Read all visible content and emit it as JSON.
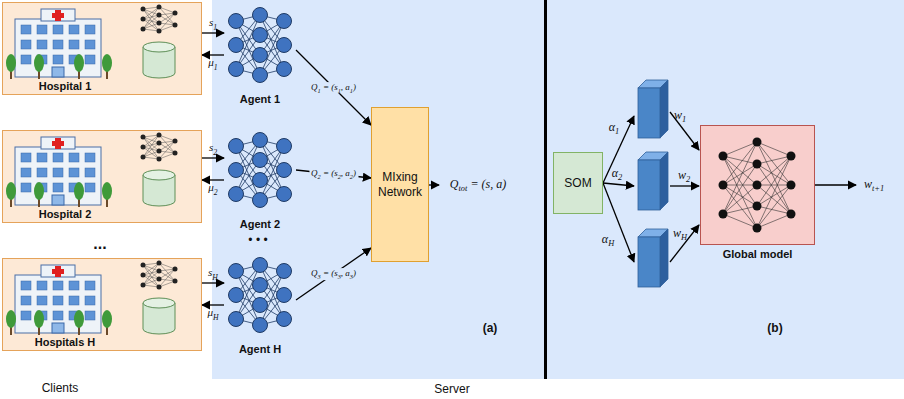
{
  "diagram": {
    "nodes": [
      {
        "text": [
          "Hospital 1"
        ]
      },
      {
        "text": [
          "Hospital 2"
        ]
      },
      {
        "text": [
          "Hospitals H"
        ]
      },
      {
        "text": [
          "Agent 1"
        ]
      },
      {
        "text": [
          "Agent 2"
        ]
      },
      {
        "text": [
          "Agent H"
        ]
      },
      {
        "text": [
          "MIxing Network"
        ]
      },
      {
        "text": [
          "SOM"
        ]
      },
      {
        "text": [
          "Global model"
        ]
      }
    ],
    "edges": [
      {
        "from": 0,
        "to": 3,
        "label": "s1",
        "arrow": "to"
      },
      {
        "from": 3,
        "to": 0,
        "label": "μ1",
        "arrow": "to"
      },
      {
        "from": 1,
        "to": 4,
        "label": "s2",
        "arrow": "to"
      },
      {
        "from": 4,
        "to": 1,
        "label": "μ2",
        "arrow": "to"
      },
      {
        "from": 2,
        "to": 5,
        "label": "sH",
        "arrow": "to"
      },
      {
        "from": 5,
        "to": 2,
        "label": "μH",
        "arrow": "to"
      },
      {
        "from": 3,
        "to": 6,
        "label": "Q1 = (s1, a1)",
        "arrow": "to"
      },
      {
        "from": 4,
        "to": 6,
        "label": "Q2 = (s2, a2)",
        "arrow": "to"
      },
      {
        "from": 5,
        "to": 6,
        "label": "Q3 = (s3, a3)",
        "arrow": "to"
      }
    ],
    "labels": [
      "...",
      "• • •",
      "Clients",
      "Server",
      "(a)",
      "(b)",
      "Qtot = (s, a)",
      "α1",
      "α2",
      "αH",
      "w1",
      "w2",
      "wH",
      "wt+1"
    ]
  }
}
